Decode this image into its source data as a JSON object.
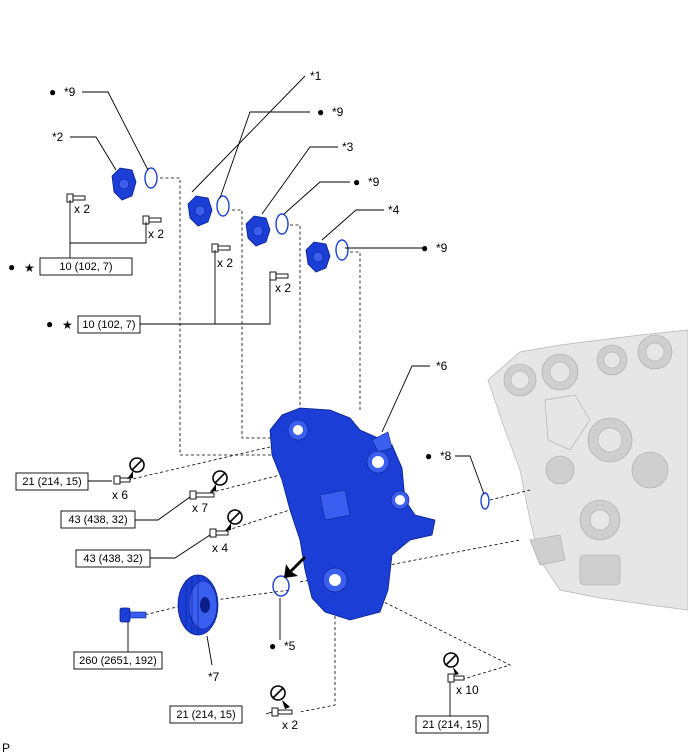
{
  "callouts": {
    "c1": "*1",
    "c2": "*2",
    "c3": "*3",
    "c4": "*4",
    "c5": "*5",
    "c6": "*6",
    "c7": "*7",
    "c8": "*8",
    "c9a": "*9",
    "c9b": "*9",
    "c9c": "*9",
    "c9d": "*9"
  },
  "quantities": {
    "q1": "x 2",
    "q2": "x 2",
    "q3": "x 2",
    "q4": "x 2",
    "q5": "x 6",
    "q6": "x 7",
    "q7": "x 4",
    "q8": "x 10",
    "q9": "x 2"
  },
  "torques": {
    "t1": "10 (102, 7)",
    "t2": "10 (102, 7)",
    "t3": "21 (214, 15)",
    "t4": "43 (438, 32)",
    "t5": "43 (438, 32)",
    "t6": "260 (2651, 192)",
    "t7": "21 (214, 15)",
    "t8": "21 (214, 15)"
  },
  "markers": {
    "dot": "●",
    "star": "★"
  },
  "footer": {
    "code": "P"
  }
}
